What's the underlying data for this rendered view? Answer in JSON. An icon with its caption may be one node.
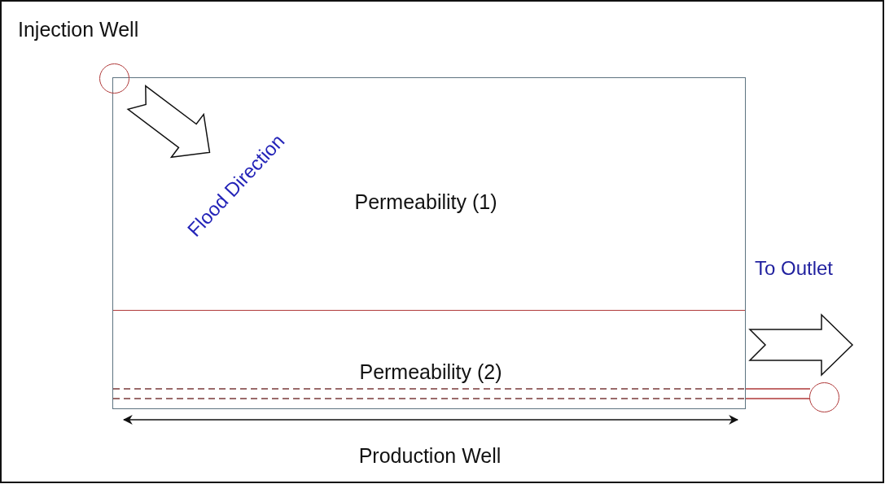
{
  "diagram": {
    "nodes": [
      {
        "text": [
          "Permeability (1)"
        ]
      },
      {
        "text": [
          "Permeability (2)"
        ]
      },
      {
        "text": [],
        "shape": "circle",
        "beside": [
          "Injection Well"
        ]
      },
      {
        "text": [],
        "shape": "circle"
      }
    ],
    "edges": [
      {
        "from": 1,
        "to": 3,
        "arrow": "none"
      }
    ],
    "labels": [
      "Flood Direction",
      "To Outlet",
      "Production Well"
    ]
  }
}
